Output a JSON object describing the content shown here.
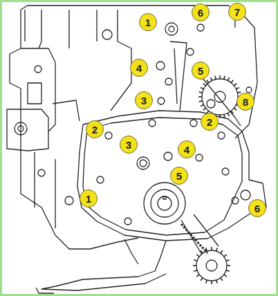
{
  "diagram": {
    "nodes": [
      {
        "text": [
          "1"
        ]
      },
      {
        "text": [
          "6"
        ]
      },
      {
        "text": [
          "7"
        ]
      },
      {
        "text": [
          "4"
        ]
      },
      {
        "text": [
          "5"
        ]
      },
      {
        "text": [
          "3"
        ]
      },
      {
        "text": [
          "8"
        ]
      },
      {
        "text": [
          "2"
        ]
      },
      {
        "text": [
          "2"
        ]
      },
      {
        "text": [
          "3"
        ]
      },
      {
        "text": [
          "4"
        ]
      },
      {
        "text": [
          "5"
        ]
      },
      {
        "text": [
          "1"
        ]
      },
      {
        "text": [
          "6"
        ]
      }
    ]
  }
}
